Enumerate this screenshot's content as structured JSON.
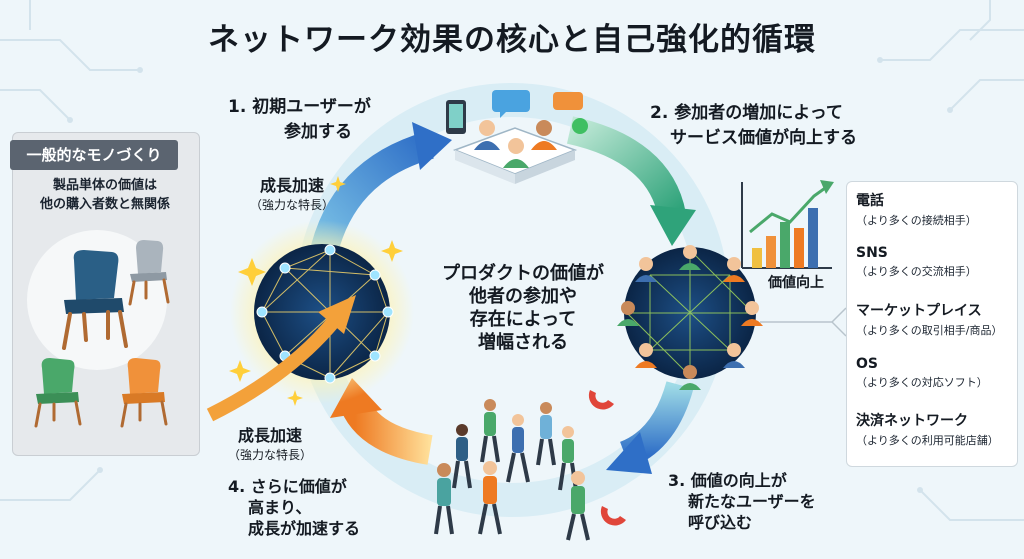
{
  "title": "ネットワーク効果の核心と自己強化的循環",
  "steps": {
    "step1_line1": "1. 初期ユーザーが",
    "step1_line2": "参加する",
    "step2_line1": "2. 参加者の増加によって",
    "step2_line2": "サービス価値が向上する",
    "step3_line1": "3. 価値の向上が",
    "step3_line2": "新たなユーザーを",
    "step3_line3": "呼び込む",
    "step4_line1": "4. さらに価値が",
    "step4_line2": "高まり、",
    "step4_line3": "成長が加速する"
  },
  "growth_top": {
    "label": "成長加速",
    "note": "（強力な特長）"
  },
  "growth_bottom": {
    "label": "成長加速",
    "note": "（強力な特長）"
  },
  "center_text": [
    "プロダクトの価値が",
    "他者の参加や",
    "存在によって",
    "増幅される"
  ],
  "value_up_label": "価値向上",
  "left_panel": {
    "header": "一般的なモノづくり",
    "desc_line1": "製品単体の価値は",
    "desc_line2": "他の購入者数と無関係"
  },
  "examples": [
    {
      "title": "電話",
      "detail": "（より多くの接続相手）"
    },
    {
      "title": "SNS",
      "detail": "（より多くの交流相手）"
    },
    {
      "title": "マーケットプレイス",
      "detail": "（より多くの取引相手/商品）"
    },
    {
      "title": "OS",
      "detail": "（より多くの対応ソフト）"
    },
    {
      "title": "決済ネットワーク",
      "detail": "（より多くの利用可能店舗）"
    }
  ],
  "colors": {
    "arrow_blue": "#3d7fd0",
    "arrow_green": "#4cb89a",
    "arrow_orange": "#f08a2c",
    "glow": "#ffd24a",
    "network_bg": "#10305c"
  }
}
